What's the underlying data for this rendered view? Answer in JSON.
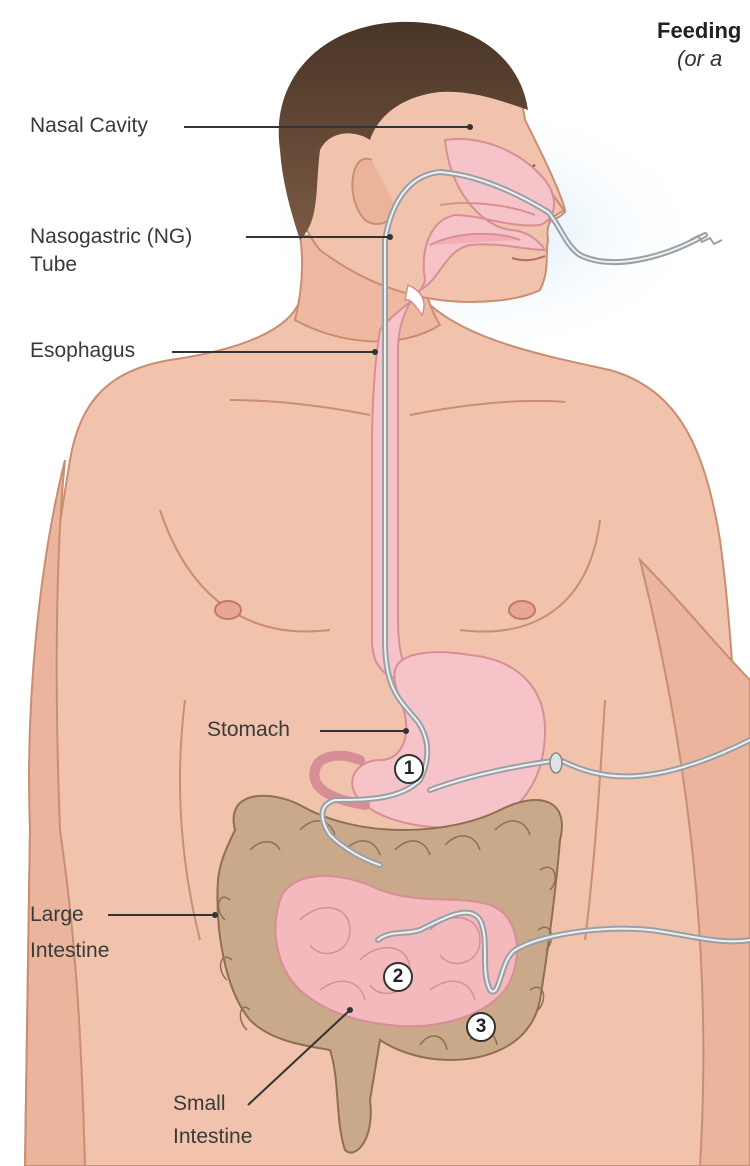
{
  "title": "Feeding",
  "subtitle": "(or a",
  "labels": {
    "nasal_cavity": "Nasal Cavity",
    "ng_tube_line1": "Nasogastric (NG)",
    "ng_tube_line2": "Tube",
    "esophagus": "Esophagus",
    "stomach": "Stomach",
    "large_intestine_line1": "Large",
    "large_intestine_line2": "Intestine",
    "small_intestine_line1": "Small",
    "small_intestine_line2": "Intestine"
  },
  "markers": [
    "1",
    "2",
    "3"
  ],
  "colors": {
    "skin": "#f1c3ac",
    "skin_shadow": "#e6ac92",
    "hair": "#5a4030",
    "digestive_pink": "#f6c4c8",
    "intestine_tan": "#c9a98a",
    "tube": "#b8bcc0",
    "glow": "#cde6f5"
  }
}
